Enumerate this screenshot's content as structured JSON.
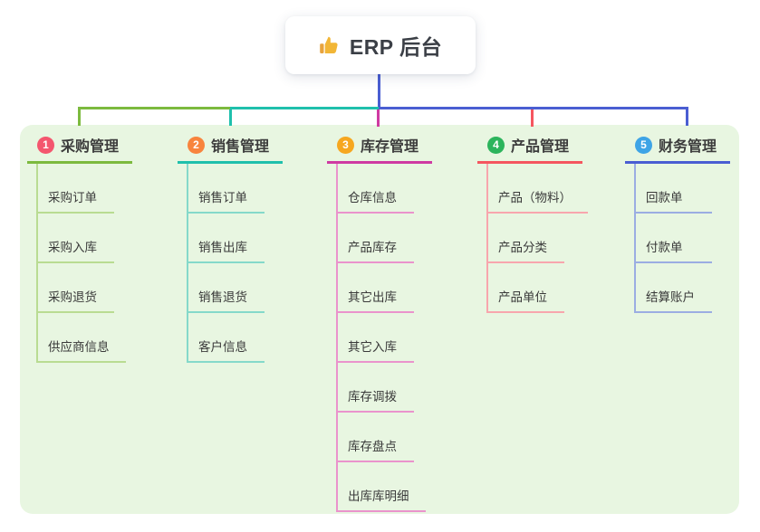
{
  "root": {
    "label": "ERP 后台",
    "icon": "thumbs-up-icon"
  },
  "theme": {
    "canvas_bg": "#ffffff",
    "panel_bg": "#e8f6e1",
    "root_card_bg": "#ffffff",
    "title_text_color": "#3c3c3c",
    "child_text_color": "#3a3a3a",
    "root_stem_blue": "#4a5ed2",
    "bus_green": "#7cba3e",
    "bus_teal": "#1fc0ac",
    "bus_magenta": "#cf3aa2",
    "bus_red": "#f5565f",
    "thumb_icon_color": "#f2b636"
  },
  "branches": [
    {
      "num": "1",
      "label": "采购管理",
      "badge_color": "#f4566e",
      "line_color": "#7cba3e",
      "light_color": "#b9dc92",
      "children": [
        "采购订单",
        "采购入库",
        "采购退货",
        "供应商信息"
      ]
    },
    {
      "num": "2",
      "label": "销售管理",
      "badge_color": "#f8843d",
      "line_color": "#1fc0ac",
      "light_color": "#85d9ca",
      "children": [
        "销售订单",
        "销售出库",
        "销售退货",
        "客户信息"
      ]
    },
    {
      "num": "3",
      "label": "库存管理",
      "badge_color": "#f6a71f",
      "line_color": "#cf3aa2",
      "light_color": "#ea93cc",
      "children": [
        "仓库信息",
        "产品库存",
        "其它出库",
        "其它入库",
        "库存调拨",
        "库存盘点",
        "出库库明细"
      ]
    },
    {
      "num": "4",
      "label": "产品管理",
      "badge_color": "#2cb45c",
      "line_color": "#f5565f",
      "light_color": "#f8a6ad",
      "children": [
        "产品（物料）",
        "产品分类",
        "产品单位"
      ]
    },
    {
      "num": "5",
      "label": "财务管理",
      "badge_color": "#3ea4e6",
      "line_color": "#4a5ed2",
      "light_color": "#9bade2",
      "children": [
        "回款单",
        "付款单",
        "结算账户"
      ]
    }
  ]
}
